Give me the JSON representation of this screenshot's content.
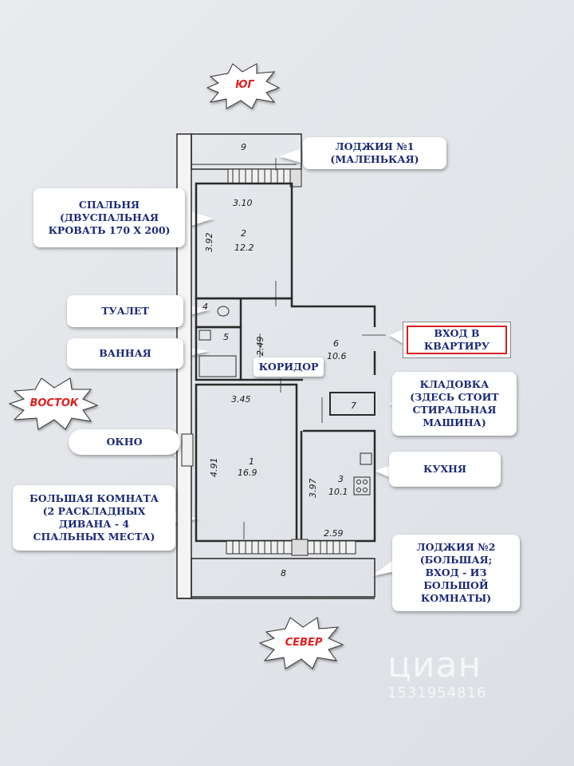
{
  "compass": {
    "south": "ЮГ",
    "east": "ВОСТОК",
    "north": "СЕВЕР"
  },
  "rooms": {
    "loggia_small": {
      "number": "9"
    },
    "bedroom": {
      "number": "2",
      "area": "12.2",
      "width": "3.10",
      "depth": "3.92"
    },
    "toilet": {
      "number": "4"
    },
    "bath": {
      "number": "5"
    },
    "corridor": {
      "number": "6",
      "area": "10.6",
      "width": "2.49"
    },
    "storage": {
      "number": "7"
    },
    "living": {
      "number": "1",
      "area": "16.9",
      "width": "3.45",
      "depth": "4.91"
    },
    "kitchen": {
      "number": "3",
      "area": "10.1",
      "width": "2.59",
      "depth": "3.97"
    },
    "loggia_big": {
      "number": "8"
    }
  },
  "callouts": {
    "loggia1": "ЛОДЖИЯ №1\n(МАЛЕНЬКАЯ)",
    "bedroom": "СПАЛЬНЯ\n(ДВУСПАЛЬНАЯ\nКРОВАТЬ  170 Х 200)",
    "toilet": "ТУАЛЕТ",
    "entrance": "ВХОД  В\nКВАРТИРУ",
    "bath": "ВАННАЯ",
    "corridor": "КОРИДОР",
    "storage": "КЛАДОВКА\n(ЗДЕСЬ СТОИТ\nСТИРАЛЬНАЯ\nМАШИНА)",
    "window": "ОКНО",
    "kitchen": "КУХНЯ",
    "living": "БОЛЬШАЯ  КОМНАТА\n(2  РАСКЛАДНЫХ\nДИВАНА  -  4\nСПАЛЬНЫХ  МЕСТА)",
    "loggia2": "ЛОДЖИЯ №2\n(БОЛЬШАЯ;\nВХОД - ИЗ\nБОЛЬШОЙ\nКОМНАТЫ)"
  },
  "watermark": {
    "brand": "циан",
    "code": "1531954816"
  },
  "colors": {
    "callout_text": "#1a2a78",
    "compass_text": "#e02020",
    "entrance_border": "#d42020",
    "walls": "#2a2a2a"
  }
}
